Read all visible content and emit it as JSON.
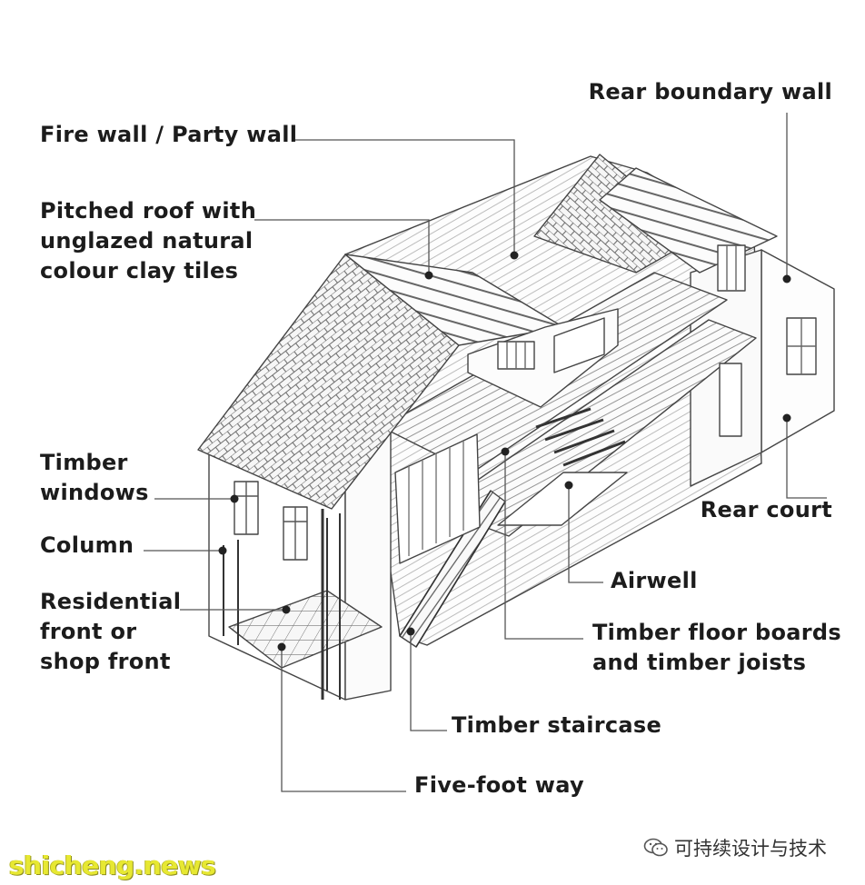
{
  "labels": {
    "rear_boundary_wall": "Rear boundary wall",
    "fire_wall": "Fire wall / Party wall",
    "pitched_roof": [
      "Pitched roof with",
      "unglazed natural",
      "colour clay tiles"
    ],
    "timber_windows": [
      "Timber",
      "windows"
    ],
    "column": "Column",
    "residential_front": [
      "Residential",
      "front or",
      "shop front"
    ],
    "rear_court": "Rear court",
    "airwell": "Airwell",
    "timber_floor": [
      "Timber floor boards",
      "and timber joists"
    ],
    "timber_staircase": "Timber staircase",
    "five_foot_way": "Five-foot way"
  },
  "watermark": {
    "site": "shicheng.news",
    "account": "可持续设计与技术"
  },
  "colors": {
    "ink": "#1c1c1c",
    "line": "#555555",
    "watermark_yellow": "#e7e832"
  }
}
